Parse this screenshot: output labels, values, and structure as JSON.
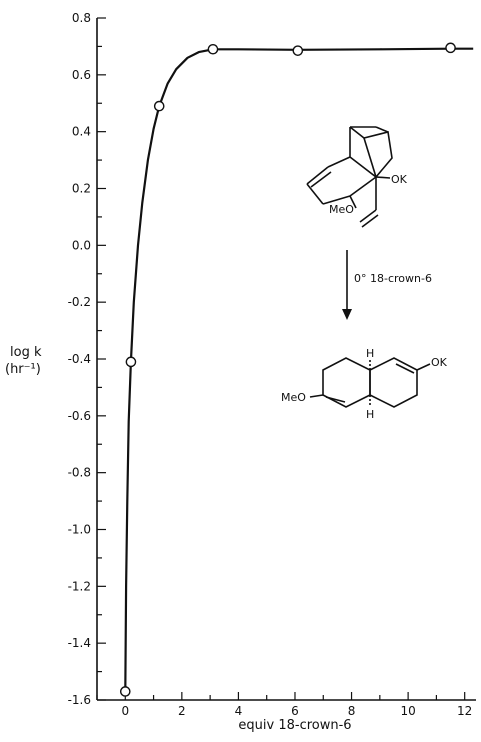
{
  "chart_data": {
    "type": "scatter",
    "xlabel": "equiv 18-crown-6",
    "ylabel": [
      "log k",
      "(hr⁻¹)"
    ],
    "xlim": [
      -1,
      12.4
    ],
    "ylim": [
      -1.6,
      0.8
    ],
    "x_ticks": [
      0,
      2,
      4,
      6,
      8,
      10,
      12
    ],
    "y_ticks": [
      -1.6,
      -1.4,
      -1.2,
      -1.0,
      -0.8,
      -0.6,
      -0.4,
      -0.2,
      0.0,
      0.2,
      0.4,
      0.6,
      0.8
    ],
    "y_tick_labels": [
      "-1.6",
      "-1.4",
      "-1.2",
      "-1.0",
      "-0.8",
      "-0.6",
      "-0.4",
      "-0.2",
      "0.0",
      "0.2",
      "0.4",
      "0.6",
      "0.8"
    ],
    "grid": false,
    "series": [
      {
        "points": [
          {
            "x": 0.0,
            "y": -1.57
          },
          {
            "x": 0.2,
            "y": -0.41
          },
          {
            "x": 1.2,
            "y": 0.49
          },
          {
            "x": 3.1,
            "y": 0.69
          },
          {
            "x": 6.1,
            "y": 0.685
          },
          {
            "x": 11.5,
            "y": 0.695
          }
        ],
        "curve": [
          [
            0.0,
            -1.57
          ],
          [
            0.03,
            -1.2
          ],
          [
            0.07,
            -0.9
          ],
          [
            0.12,
            -0.62
          ],
          [
            0.2,
            -0.41
          ],
          [
            0.3,
            -0.2
          ],
          [
            0.45,
            0.0
          ],
          [
            0.6,
            0.15
          ],
          [
            0.8,
            0.3
          ],
          [
            1.0,
            0.41
          ],
          [
            1.2,
            0.49
          ],
          [
            1.5,
            0.57
          ],
          [
            1.8,
            0.62
          ],
          [
            2.2,
            0.66
          ],
          [
            2.6,
            0.68
          ],
          [
            3.1,
            0.69
          ],
          [
            4.0,
            0.69
          ],
          [
            6.1,
            0.688
          ],
          [
            9.0,
            0.69
          ],
          [
            11.5,
            0.692
          ],
          [
            12.3,
            0.692
          ]
        ]
      }
    ]
  },
  "scheme": {
    "reactant_substituents": [
      "MeO",
      "OK"
    ],
    "conditions": "0° 18-crown-6",
    "product_substituents": [
      "MeO",
      "OK",
      "H",
      "H"
    ]
  }
}
